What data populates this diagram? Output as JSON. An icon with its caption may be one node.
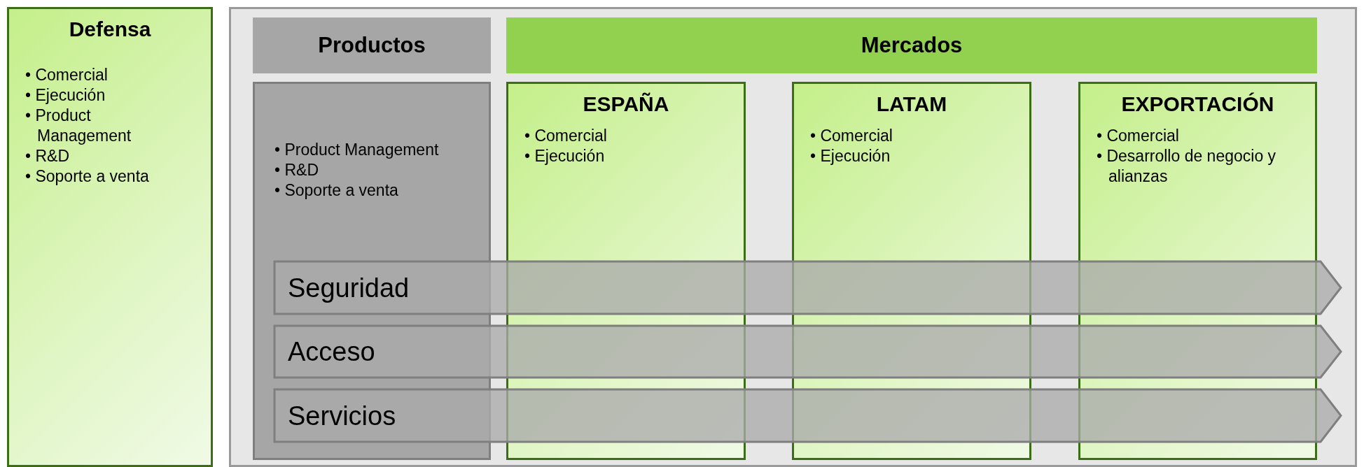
{
  "diagram": {
    "nodes": [
      {
        "text": [
          "Defensa",
          "• Comercial",
          "• Ejecución",
          "• Product Management",
          "• R&D",
          "• Soporte a venta"
        ]
      },
      {
        "text": [],
        "shape": "box"
      },
      {
        "text": [
          "Productos"
        ],
        "in": 1
      },
      {
        "text": [
          "Mercados"
        ],
        "in": 1
      },
      {
        "text": [
          "• Product Management",
          "• R&D",
          "• Soporte a venta"
        ],
        "in": 1
      },
      {
        "text": [
          "ESPAÑA",
          "• Comercial",
          "• Ejecución"
        ],
        "in": 1
      },
      {
        "text": [
          "LATAM",
          "• Comercial",
          "• Ejecución"
        ],
        "in": 1
      },
      {
        "text": [
          "EXPORTACIÓN",
          "• Comercial",
          "• Desarrollo de negocio y alianzas"
        ],
        "in": 1
      },
      {
        "text": [
          "Seguridad"
        ],
        "in": 1
      },
      {
        "text": [
          "Acceso"
        ],
        "in": 1
      },
      {
        "text": [
          "Servicios"
        ],
        "in": 1
      }
    ],
    "edges": []
  }
}
